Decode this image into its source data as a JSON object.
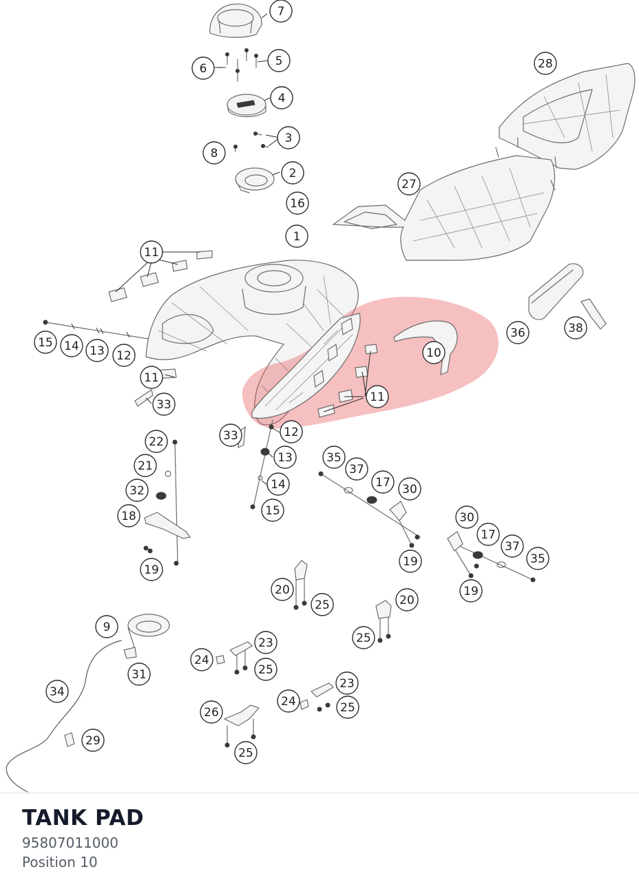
{
  "diagram": {
    "callouts": [
      "7",
      "6",
      "5",
      "4",
      "3",
      "8",
      "2",
      "16",
      "1",
      "28",
      "27",
      "11",
      "11",
      "11",
      "15",
      "14",
      "13",
      "12",
      "10",
      "36",
      "38",
      "33",
      "12",
      "33",
      "22",
      "21",
      "32",
      "18",
      "19",
      "13",
      "14",
      "15",
      "35",
      "37",
      "17",
      "30",
      "30",
      "17",
      "37",
      "35",
      "19",
      "19",
      "20",
      "25",
      "20",
      "25",
      "9",
      "31",
      "23",
      "24",
      "25",
      "34",
      "23",
      "24",
      "25",
      "26",
      "25",
      "29"
    ]
  },
  "part": {
    "title": "TANK PAD",
    "number": "95807011000",
    "position": "Position 10"
  },
  "colors": {
    "highlight": "#e8585a",
    "title": "#151a2b",
    "meta": "#555b66"
  }
}
